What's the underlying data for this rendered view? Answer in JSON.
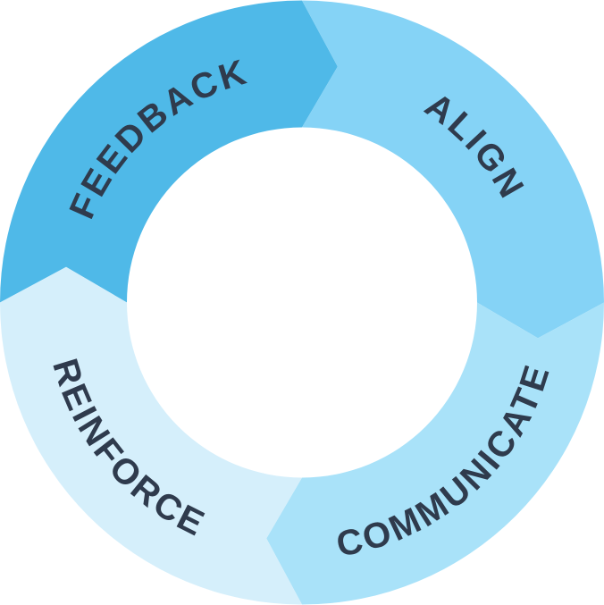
{
  "diagram": {
    "kind": "cycle-diagram",
    "flow_direction": "clockwise",
    "background_color": "#ffffff",
    "center_color": "#ffffff",
    "label_color": "#2f3b4d",
    "segments": [
      {
        "label": "FEEDBACK",
        "position": "top-left",
        "order": 1,
        "color": "#4fb9e8"
      },
      {
        "label": "ALIGN",
        "position": "top-right",
        "order": 2,
        "color": "#85d3f6"
      },
      {
        "label": "COMMUNICATE",
        "position": "bottom-right",
        "order": 3,
        "color": "#a9e2f9"
      },
      {
        "label": "REINFORCE",
        "position": "bottom-left",
        "order": 4,
        "color": "#d5effb"
      }
    ]
  }
}
